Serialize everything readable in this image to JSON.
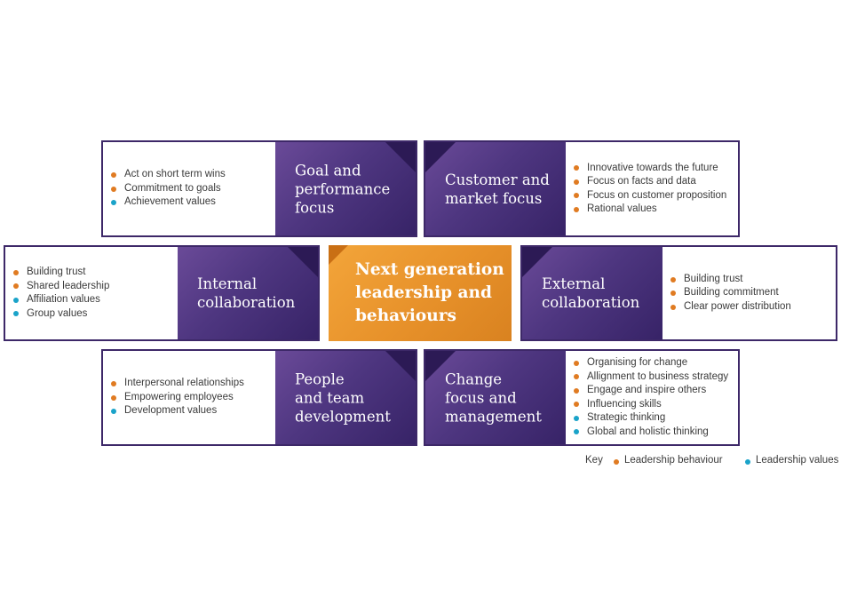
{
  "colors": {
    "purple": "#4e3680",
    "orange": "#e7912a",
    "leadership_behaviour": "#e07b22",
    "leadership_values": "#1aa3c9"
  },
  "center": {
    "title": "Next generation\nleadership and\nbehaviours"
  },
  "boxes": {
    "goal": {
      "title": "Goal and\nperformance\nfocus",
      "items": [
        {
          "text": "Act on short term wins",
          "type": "behaviour"
        },
        {
          "text": "Commitment to goals",
          "type": "behaviour"
        },
        {
          "text": "Achievement values",
          "type": "values"
        }
      ]
    },
    "customer": {
      "title": "Customer and\nmarket focus",
      "items": [
        {
          "text": "Innovative towards the future",
          "type": "behaviour"
        },
        {
          "text": "Focus on facts and data",
          "type": "behaviour"
        },
        {
          "text": "Focus on customer proposition",
          "type": "behaviour"
        },
        {
          "text": "Rational values",
          "type": "behaviour"
        }
      ]
    },
    "internal": {
      "title": "Internal\ncollaboration",
      "items": [
        {
          "text": "Building trust",
          "type": "behaviour"
        },
        {
          "text": "Shared leadership",
          "type": "behaviour"
        },
        {
          "text": "Affiliation values",
          "type": "values"
        },
        {
          "text": "Group values",
          "type": "values"
        }
      ]
    },
    "external": {
      "title": "External\ncollaboration",
      "items": [
        {
          "text": "Building trust",
          "type": "behaviour"
        },
        {
          "text": "Building commitment",
          "type": "behaviour"
        },
        {
          "text": "Clear power distribution",
          "type": "behaviour"
        }
      ]
    },
    "people": {
      "title": "People\nand team\ndevelopment",
      "items": [
        {
          "text": "Interpersonal relationships",
          "type": "behaviour"
        },
        {
          "text": "Empowering employees",
          "type": "behaviour"
        },
        {
          "text": "Development values",
          "type": "values"
        }
      ]
    },
    "change": {
      "title": "Change\nfocus and\nmanagement",
      "items": [
        {
          "text": "Organising for change",
          "type": "behaviour"
        },
        {
          "text": "Allignment to business strategy",
          "type": "behaviour"
        },
        {
          "text": "Engage and inspire others",
          "type": "behaviour"
        },
        {
          "text": "Influencing skills",
          "type": "behaviour"
        },
        {
          "text": "Strategic thinking",
          "type": "values"
        },
        {
          "text": "Global and holistic thinking",
          "type": "values"
        }
      ]
    }
  },
  "key": {
    "label": "Key",
    "behaviour_label": "Leadership behaviour",
    "values_label": "Leadership values"
  }
}
